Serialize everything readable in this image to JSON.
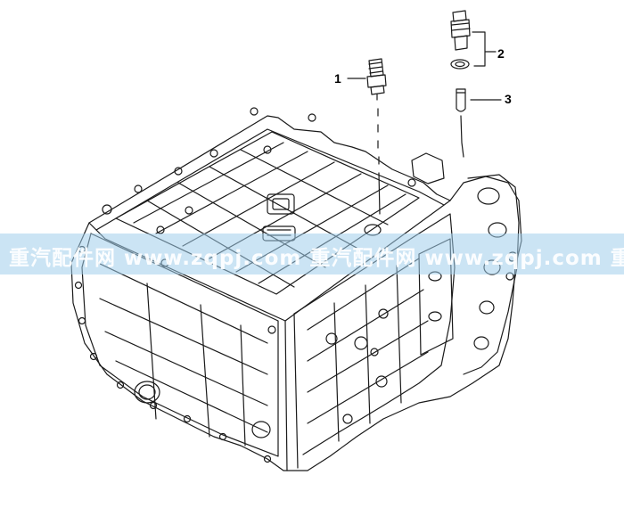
{
  "diagram": {
    "callouts": [
      {
        "number": "1"
      },
      {
        "number": "2"
      },
      {
        "number": "3"
      }
    ]
  },
  "watermark": {
    "text": "重汽配件网  www.zqpj.com  重汽配件网  www.zqpj.com 重"
  },
  "colors": {
    "line": "#1a1a1a",
    "background": "#ffffff",
    "watermark_band": "#a0cdeb"
  }
}
